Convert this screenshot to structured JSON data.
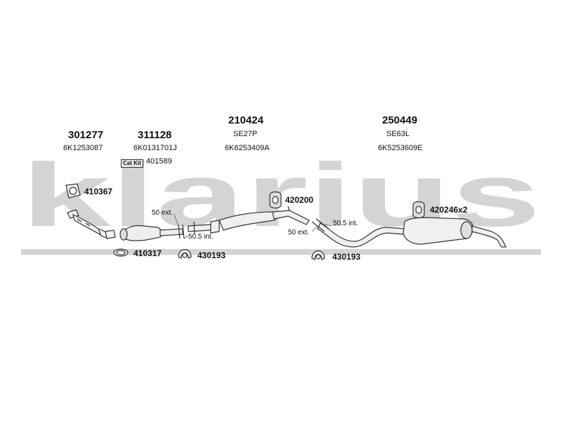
{
  "watermark": {
    "text": "klarius",
    "color": "#d4d4d4"
  },
  "parts": [
    {
      "number": "301277",
      "code": "6K1253087"
    },
    {
      "number": "311128",
      "code": "6K0131701J"
    },
    {
      "number": "210424",
      "name": "SE27P",
      "code": "6K6253409A"
    },
    {
      "number": "250449",
      "name": "SE63L",
      "code": "6K5253609E"
    }
  ],
  "cat_kit": {
    "badge": "Cat Kit",
    "number": "401589"
  },
  "fittings": {
    "gasket": "410367",
    "ring": "410317",
    "clamp_left": "430193",
    "clamp_right": "430193",
    "rubber_mid": "420200",
    "rubber_rear": "420246x2"
  },
  "joints": {
    "left_ext": "50 ext.",
    "left_int": "50.5 int.",
    "right_ext": "50 ext.",
    "right_int": "50.5 int."
  }
}
